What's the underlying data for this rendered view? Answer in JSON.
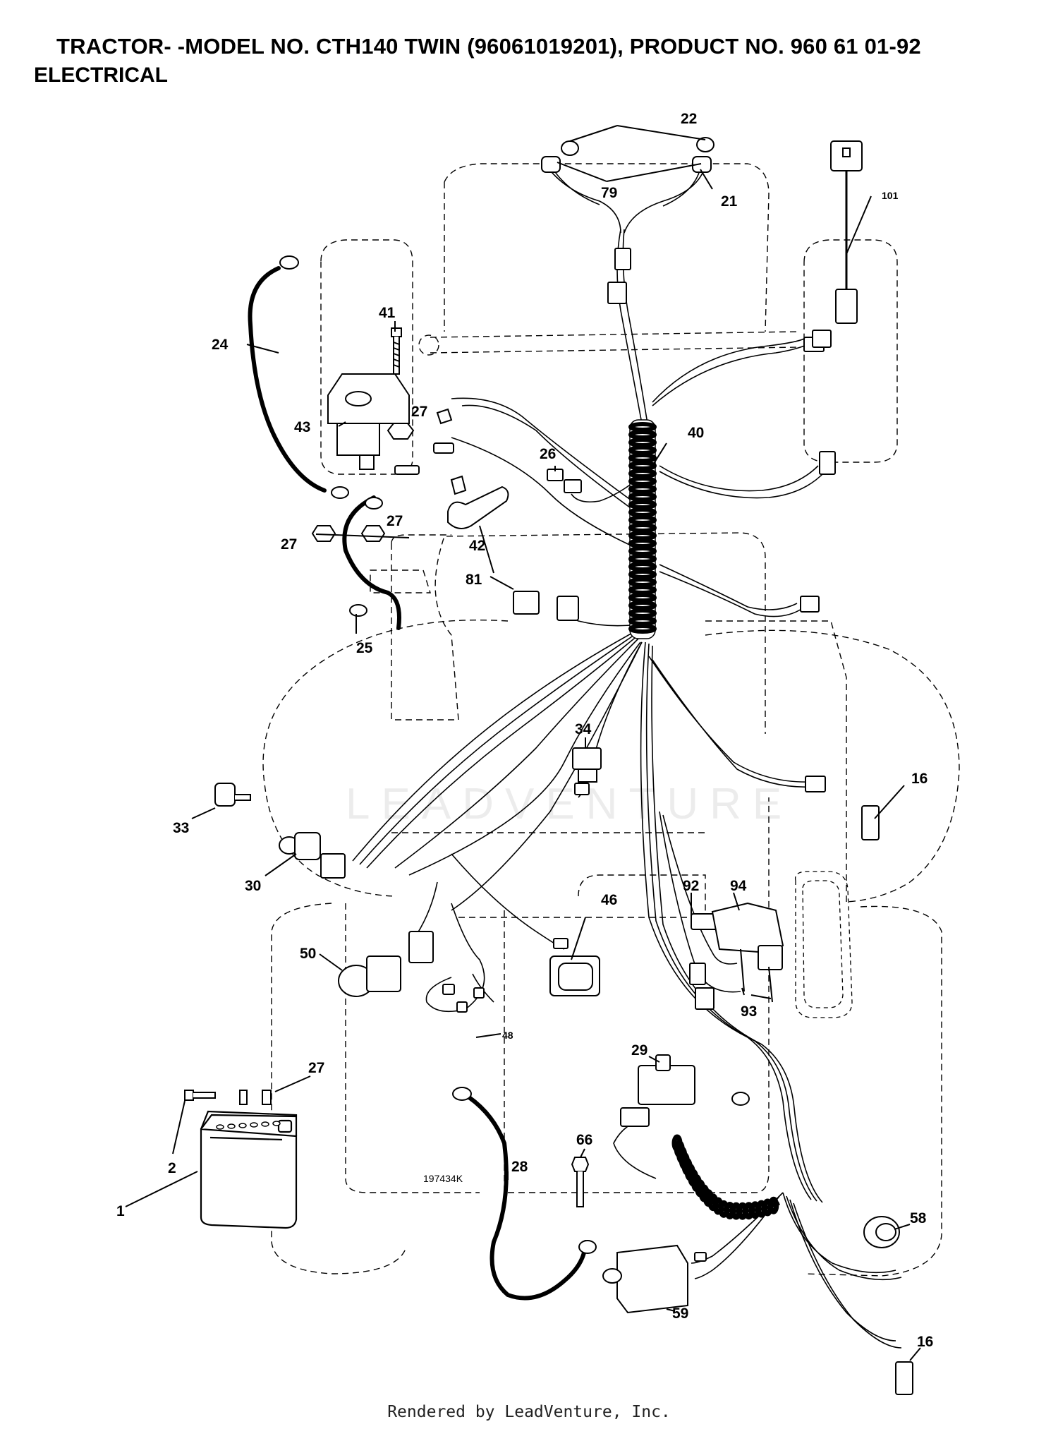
{
  "header": {
    "title": "TRACTOR- -MODEL NO. CTH140 TWIN (96061019201), PRODUCT NO. 960 61 01-92",
    "section": "ELECTRICAL"
  },
  "diagram": {
    "reference_code": "197434K",
    "watermark": "LEADVENTURE",
    "callouts": [
      {
        "id": "c22",
        "label": "22"
      },
      {
        "id": "c79",
        "label": "79"
      },
      {
        "id": "c21",
        "label": "21"
      },
      {
        "id": "c101",
        "label": "101"
      },
      {
        "id": "c41",
        "label": "41"
      },
      {
        "id": "c24",
        "label": "24"
      },
      {
        "id": "c27a",
        "label": "27"
      },
      {
        "id": "c43",
        "label": "43"
      },
      {
        "id": "c40",
        "label": "40"
      },
      {
        "id": "c26",
        "label": "26"
      },
      {
        "id": "c27b",
        "label": "27"
      },
      {
        "id": "c27c",
        "label": "27"
      },
      {
        "id": "c42",
        "label": "42"
      },
      {
        "id": "c81",
        "label": "81"
      },
      {
        "id": "c25",
        "label": "25"
      },
      {
        "id": "c34",
        "label": "34"
      },
      {
        "id": "c16a",
        "label": "16"
      },
      {
        "id": "c33",
        "label": "33"
      },
      {
        "id": "c30",
        "label": "30"
      },
      {
        "id": "c46",
        "label": "46"
      },
      {
        "id": "c92",
        "label": "92"
      },
      {
        "id": "c94",
        "label": "94"
      },
      {
        "id": "c50",
        "label": "50"
      },
      {
        "id": "c93",
        "label": "93"
      },
      {
        "id": "c48",
        "label": "48"
      },
      {
        "id": "c27d",
        "label": "27"
      },
      {
        "id": "c29",
        "label": "29"
      },
      {
        "id": "c2",
        "label": "2"
      },
      {
        "id": "c66",
        "label": "66"
      },
      {
        "id": "c28",
        "label": "28"
      },
      {
        "id": "c1",
        "label": "1"
      },
      {
        "id": "c58",
        "label": "58"
      },
      {
        "id": "c59",
        "label": "59"
      },
      {
        "id": "c16b",
        "label": "16"
      }
    ]
  },
  "footer": {
    "credit": "Rendered by LeadVenture, Inc."
  }
}
